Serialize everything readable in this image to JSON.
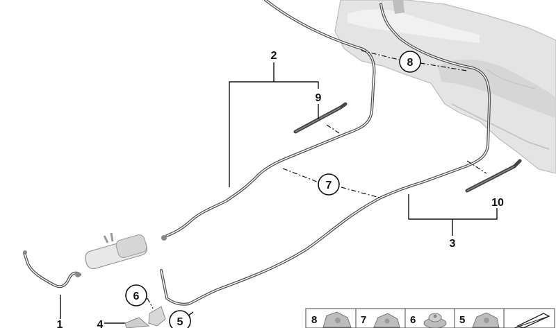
{
  "callouts": {
    "n1": "1",
    "n2": "2",
    "n3": "3",
    "n4": "4",
    "n5": "5",
    "n6": "6",
    "n7": "7",
    "n8": "8",
    "n9": "9",
    "n10": "10"
  },
  "parts_strip": {
    "cells": [
      {
        "number": "8",
        "icon": "clip-icon"
      },
      {
        "number": "7",
        "icon": "clip-icon"
      },
      {
        "number": "6",
        "icon": "grommet-icon"
      },
      {
        "number": "5",
        "icon": "clip-icon"
      },
      {
        "number": "",
        "icon": "wedge-icon"
      }
    ]
  },
  "colors": {
    "line": "#555555",
    "tank_fill": "#e4e4e4",
    "tank_shade": "#c9c9c9",
    "seal": "#444444"
  }
}
